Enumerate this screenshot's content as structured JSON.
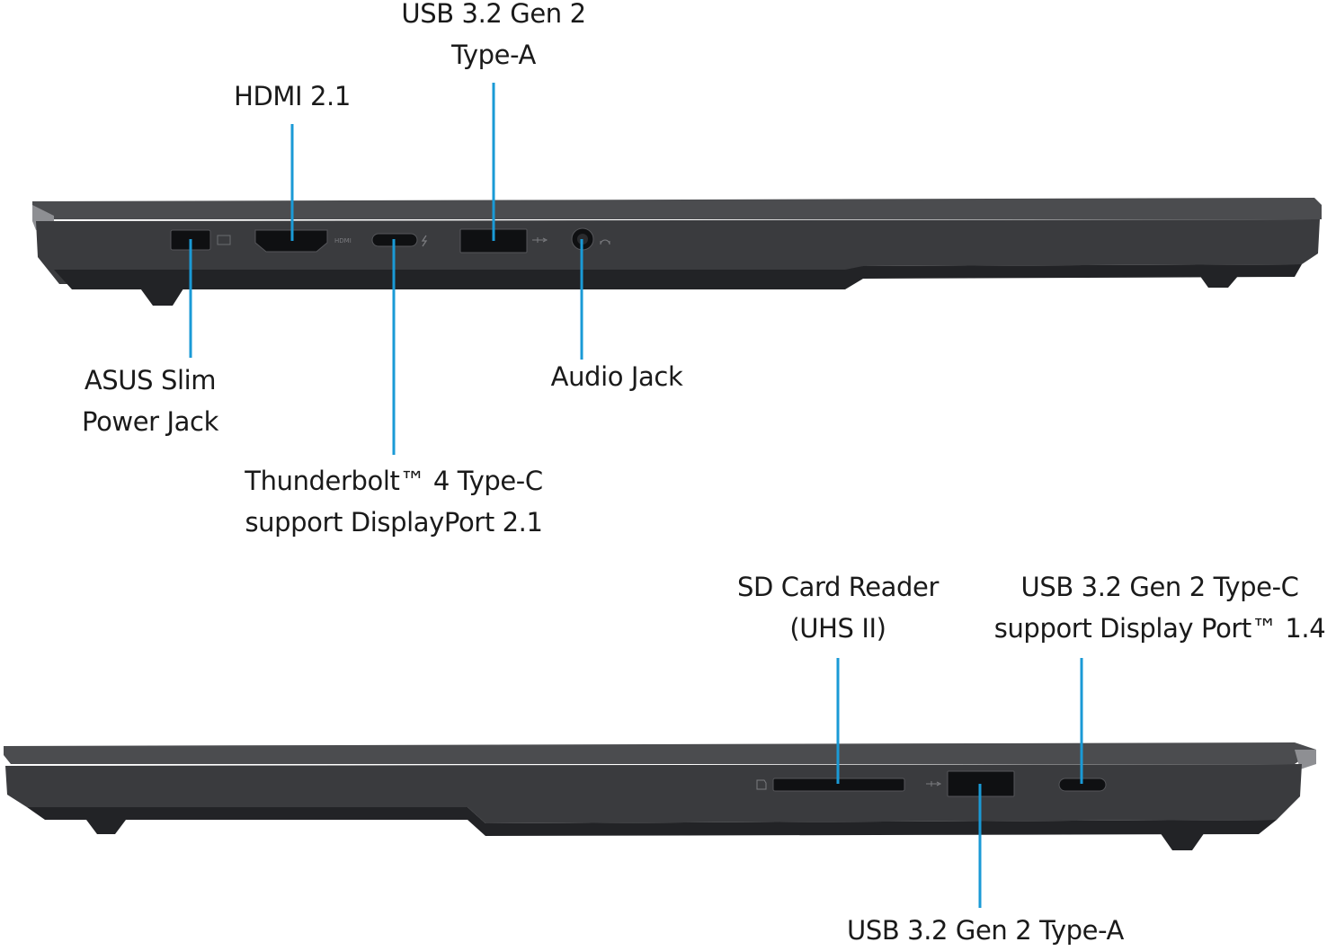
{
  "colors": {
    "leader_line": "#1a9ad6",
    "chassis_top": "#4b4c4f",
    "chassis_side": "#3a3b3e",
    "chassis_dark": "#222326",
    "port_slot": "#0f1012",
    "text": "#1a1a1a"
  },
  "top_view": {
    "labels": {
      "usb_a": [
        "USB 3.2 Gen 2",
        "Type-A"
      ],
      "hdmi": "HDMI 2.1",
      "power": [
        "ASUS Slim",
        "Power Jack"
      ],
      "thunderbolt": [
        "Thunderbolt™ 4 Type-C",
        "support DisplayPort 2.1"
      ],
      "audio": "Audio Jack"
    }
  },
  "bottom_view": {
    "labels": {
      "sd_card": [
        "SD Card Reader",
        "(UHS II)"
      ],
      "usb_c": [
        "USB 3.2 Gen 2 Type-C",
        "support Display Port™ 1.4"
      ],
      "usb_a": "USB 3.2 Gen 2 Type-A"
    }
  }
}
